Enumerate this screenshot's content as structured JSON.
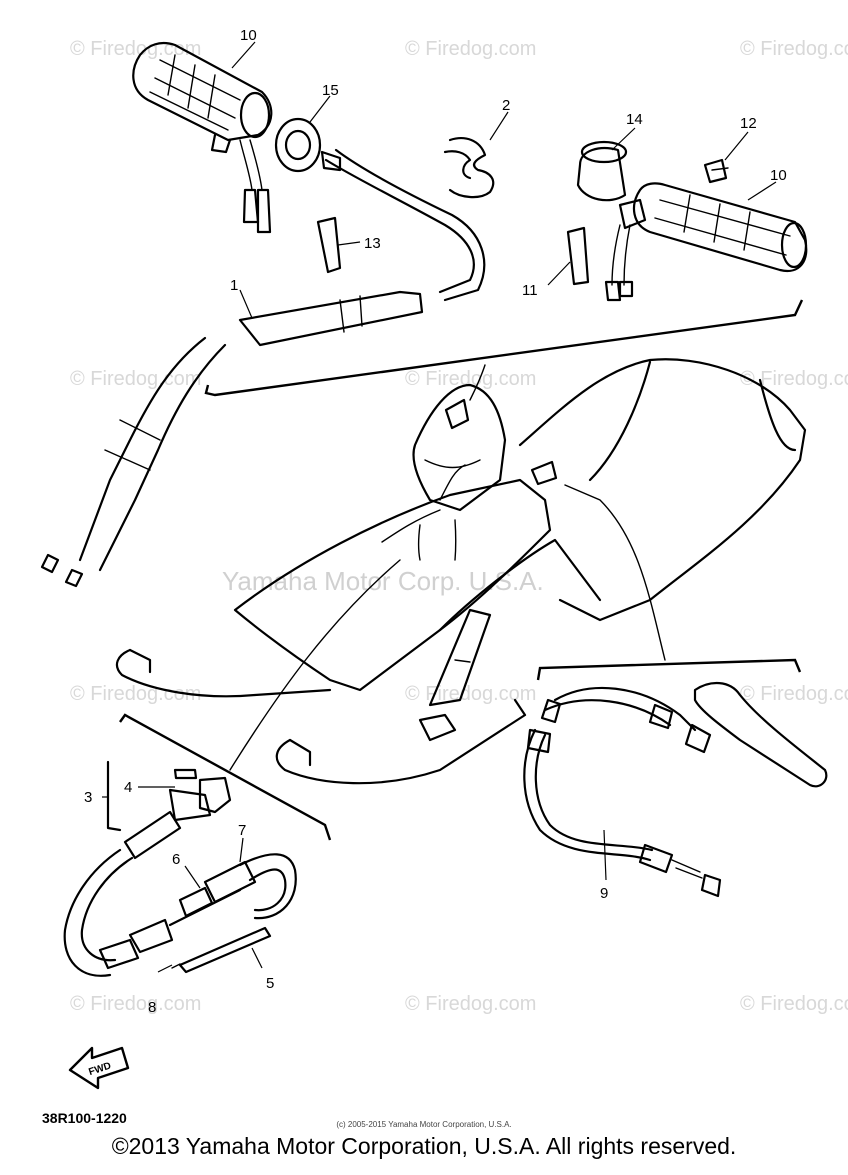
{
  "diagram": {
    "callouts": [
      "1",
      "2",
      "3",
      "4",
      "5",
      "6",
      "7",
      "8",
      "9",
      "10",
      "10",
      "11",
      "12",
      "13",
      "14",
      "15"
    ],
    "watermark_small": "© Firedog.com",
    "watermark_center": "Yamaha Motor Corp. U.S.A.",
    "front_marker": "FWD",
    "drawing_code": "38R100-1220",
    "copyright_small": "(c) 2005-2015 Yamaha Motor Corporation, U.S.A.",
    "copyright_footer": "©2013 Yamaha Motor Corporation, U.S.A. All rights reserved."
  }
}
